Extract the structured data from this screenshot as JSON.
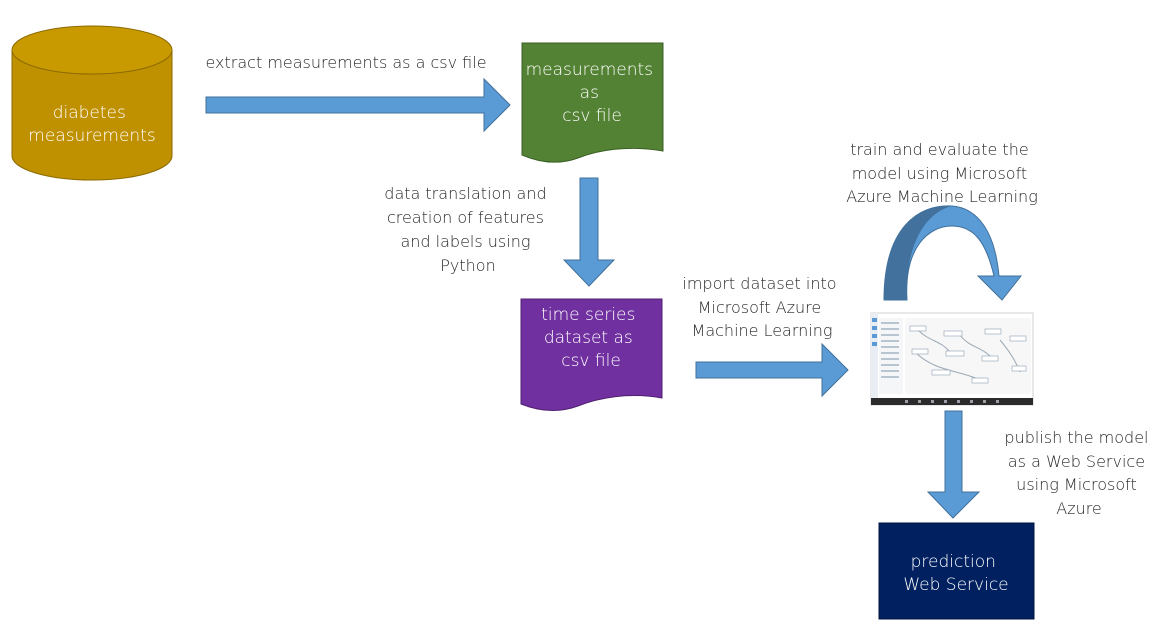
{
  "nodes": {
    "database": {
      "lines": [
        "diabetes",
        "measurements"
      ],
      "color": "#bf9000",
      "stroke": "#8c6a00"
    },
    "csv_file": {
      "lines": [
        "measurements",
        "as",
        "csv file"
      ],
      "color": "#548235"
    },
    "time_series": {
      "lines": [
        "time series",
        "dataset as",
        "csv file"
      ],
      "color": "#7030a0"
    },
    "web_service": {
      "lines": [
        "prediction",
        "Web Service"
      ],
      "color": "#002060"
    }
  },
  "edges": {
    "extract": {
      "lines": [
        "extract measurements as a csv file"
      ]
    },
    "translate": {
      "lines": [
        "data translation and",
        "creation of features",
        "and labels using",
        "Python"
      ]
    },
    "import": {
      "lines": [
        "import dataset into",
        "Microsoft Azure",
        "Machine Learning"
      ]
    },
    "train": {
      "lines": [
        "train and evaluate the",
        "model using Microsoft",
        "Azure Machine Learning"
      ]
    },
    "publish": {
      "lines": [
        "publish the model",
        "as a Web Service",
        "using Microsoft",
        "Azure"
      ]
    }
  },
  "colors": {
    "arrow": "#5b9bd5",
    "arrow_stroke": "#41719c",
    "curved_arrow_dark": "#41719c"
  },
  "icons": {
    "ml_studio": "azure-ml-studio-screenshot-thumbnail"
  }
}
